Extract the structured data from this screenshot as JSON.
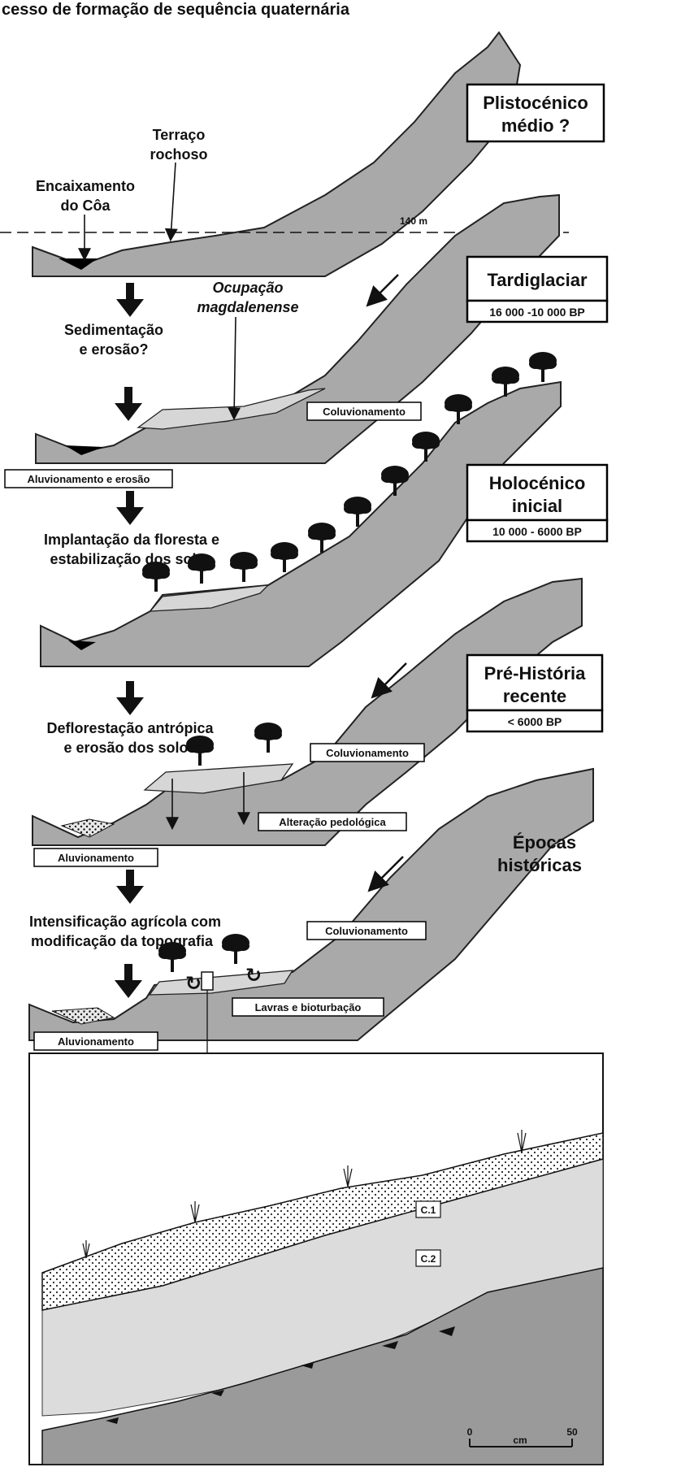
{
  "title": "cesso de formação de sequência quaternária",
  "reference_line_label": "140 m",
  "periods": [
    {
      "name_line1": "Plistocénico",
      "name_line2": "médio ?",
      "date": ""
    },
    {
      "name_line1": "Tardiglaciar",
      "name_line2": "",
      "date": "16 000 -10 000 BP"
    },
    {
      "name_line1": "Holocénico",
      "name_line2": "inicial",
      "date": "10 000 - 6000 BP"
    },
    {
      "name_line1": "Pré-História",
      "name_line2": "recente",
      "date": "< 6000 BP"
    },
    {
      "name_line1": "Épocas",
      "name_line2": "históricas",
      "date": ""
    }
  ],
  "panel1": {
    "terraco_line1": "Terraço",
    "terraco_line2": "rochoso",
    "encaixamento_line1": "Encaixamento",
    "encaixamento_line2": "do Côa"
  },
  "panel2": {
    "ocupacao_line1": "Ocupação",
    "ocupacao_line2": "magdalenense",
    "process_line1": "Sedimentação",
    "process_line2": "e erosão?",
    "coluvionamento": "Coluvionamento",
    "aluvionamento": "Aluvionamento e erosão"
  },
  "panel3": {
    "process_line1": "Implantação da floresta e",
    "process_line2": "estabilização dos solos"
  },
  "panel4": {
    "process_line1": "Deflorestação antrópica",
    "process_line2": "e erosão dos solos",
    "coluvionamento": "Coluvionamento",
    "alteracao": "Alteração pedológica",
    "aluvionamento": "Aluvionamento"
  },
  "panel5": {
    "process_line1": "Intensificação agrícola com",
    "process_line2": "modificação da topografia",
    "coluvionamento": "Coluvionamento",
    "lavras": "Lavras e bioturbação",
    "aluvionamento": "Aluvionamento"
  },
  "detail": {
    "c1": "C.1",
    "c2": "C.2",
    "scale_min": "0",
    "scale_unit": "cm",
    "scale_max": "50"
  }
}
